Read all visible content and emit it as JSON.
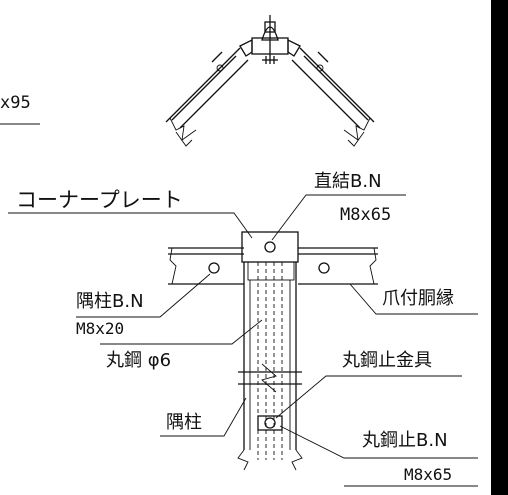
{
  "labels": {
    "partial_top": "x95",
    "corner_plate": "コーナープレート",
    "direct_bn": "直結B.N",
    "direct_size": "M8x65",
    "corner_post_bn": "隅柱B.N",
    "corner_post_size": "M8x20",
    "claw_beam": "爪付胴縁",
    "round_steel": "丸鋼 φ6",
    "round_steel_stopper": "丸鋼止金具",
    "corner_post": "隅柱",
    "round_steel_stop_bn": "丸鋼止B.N",
    "round_steel_stop_size": "M8x65"
  }
}
